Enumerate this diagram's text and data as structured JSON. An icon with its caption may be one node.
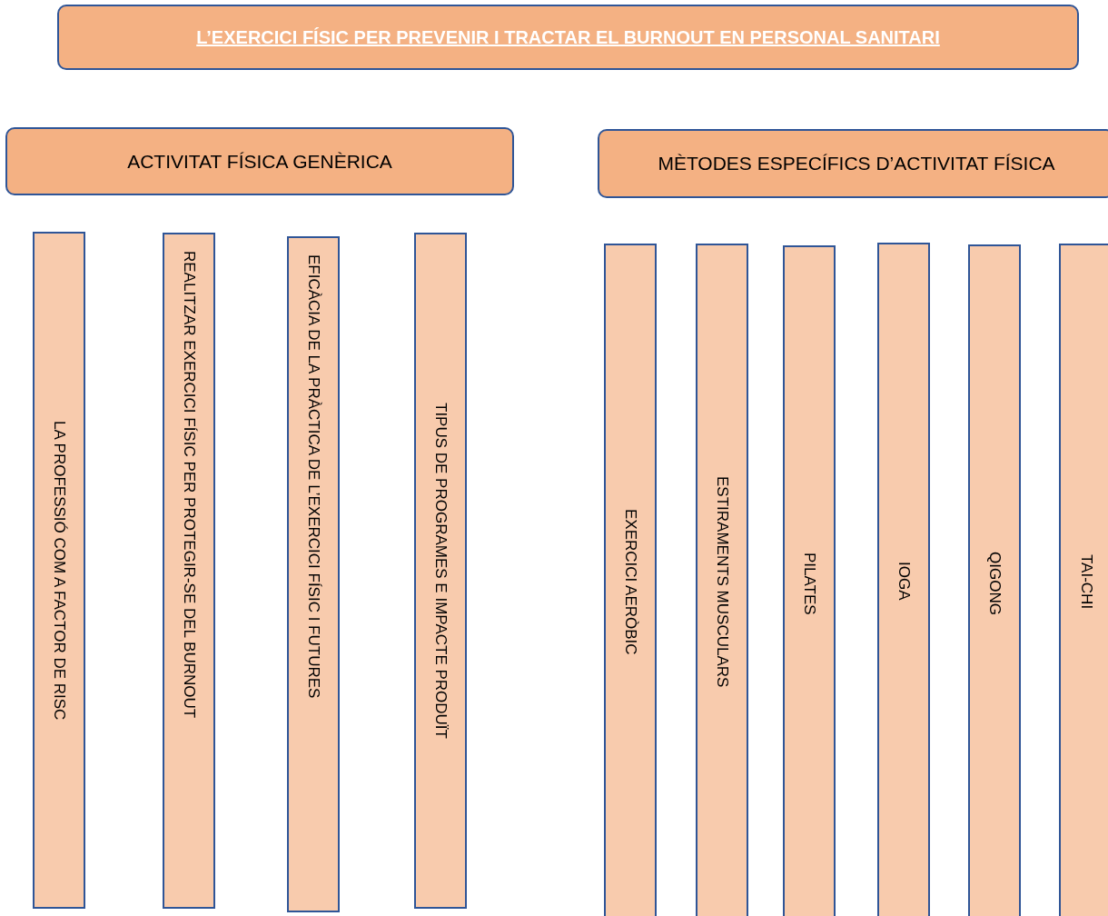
{
  "diagram": {
    "nodes": [
      {
        "text": [
          "L’EXERCICI FÍSIC PER PREVENIR I TRACTAR EL BURNOUT EN PERSONAL SANITARI"
        ]
      },
      {
        "text": [
          "ACTIVITAT FÍSICA GENÈRICA"
        ]
      },
      {
        "text": [
          "MÈTODES ESPECÍFICS D’ACTIVITAT FÍSICA"
        ]
      },
      {
        "text": [
          "LA PROFESSIÓ COM A FACTOR DE RISC"
        ]
      },
      {
        "text": [
          "REALITZAR EXERCICI FÍSIC PER PROTEGIR-SE DEL BURNOUT"
        ]
      },
      {
        "text": [
          "EFICÀCIA DE LA PRÀCTICA DE L’EXERCICI FÍSIC I FUTURES"
        ]
      },
      {
        "text": [
          "TIPUS DE PROGRAMES E IMPACTE PRODUÏT"
        ]
      },
      {
        "text": [
          "EXERCICI AERÒBIC"
        ]
      },
      {
        "text": [
          "ESTIRAMENTS MUSCULARS"
        ]
      },
      {
        "text": [
          "PILATES"
        ]
      },
      {
        "text": [
          "IOGA"
        ]
      },
      {
        "text": [
          "QIGONG"
        ]
      },
      {
        "text": [
          "TAI-CHI"
        ]
      }
    ]
  }
}
